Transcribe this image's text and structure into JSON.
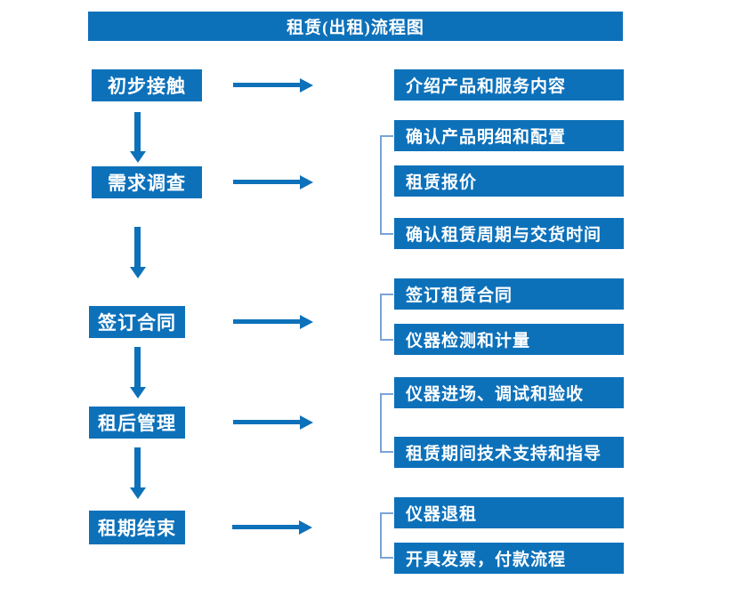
{
  "title": "租赁(出租)流程图",
  "colors": {
    "primary": "#0d71ba",
    "bracket": "#7aa3d6",
    "box_text": "#ffffff",
    "background": "#ffffff"
  },
  "flow": {
    "steps": [
      {
        "label": "初步接触",
        "outputs": [
          "介绍产品和服务内容"
        ]
      },
      {
        "label": "需求调查",
        "outputs": [
          "确认产品明细和配置",
          "租赁报价",
          "确认租赁周期与交货时间"
        ]
      },
      {
        "label": "签订合同",
        "outputs": [
          "签订租赁合同",
          "仪器检测和计量"
        ]
      },
      {
        "label": "租后管理",
        "outputs": [
          "仪器进场、调试和验收",
          "租赁期间技术支持和指导"
        ]
      },
      {
        "label": "租期结束",
        "outputs": [
          "仪器退租",
          "开具发票，付款流程"
        ]
      }
    ]
  }
}
